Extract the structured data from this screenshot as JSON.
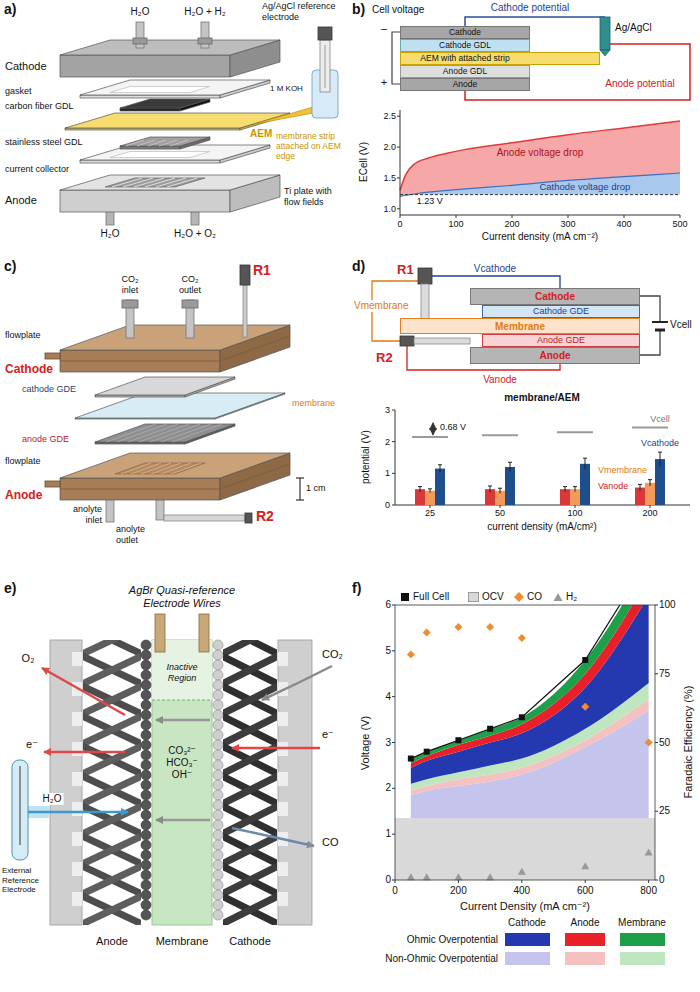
{
  "diagram": {
    "nodes": [
      {
        "text": [
          "Cathode"
        ]
      },
      {
        "text": [
          "Cathode GDL"
        ]
      },
      {
        "text": [
          "AEM with attached strip"
        ]
      },
      {
        "text": [
          "Anode GDL"
        ]
      },
      {
        "text": [
          "Anode"
        ]
      },
      {
        "text": [
          "Cathode"
        ]
      },
      {
        "text": [
          "Cathode GDE"
        ]
      },
      {
        "text": [
          "Membrane"
        ]
      },
      {
        "text": [
          "Anode GDE"
        ]
      },
      {
        "text": [
          "Anode"
        ]
      }
    ],
    "labels": [
      "a)",
      "H₂O",
      "H₂O + H₂",
      "Ag/AgCl reference electrode",
      "Cathode",
      "1 M KOH",
      "gasket",
      "carbon fiber GDL",
      "AEM",
      "membrane strip attached on AEM edge",
      "stainless steel GDL",
      "current collector",
      "Ti plate with flow fields",
      "Anode",
      "H₂O",
      "H₂O + O₂",
      "b)",
      "Cell voltage",
      "–",
      "+",
      "Cathode potential",
      "Ag/AgCl",
      "Anode potential",
      "ECell (V)",
      "2.5",
      "2.0",
      "1.5",
      "1.0",
      "0",
      "100",
      "200",
      "300",
      "400",
      "500",
      "Current density (mA cm⁻²)",
      "Anode voltage drop",
      "Cathode voltage drop",
      "1.23 V",
      "c)",
      "R1",
      "CO₂ inlet",
      "CO₂ outlet",
      "Cathode",
      "flowplate",
      "cathode GDE",
      "membrane",
      "anode GDE",
      "flowplate",
      "1 cm",
      "Anode",
      "anolyte inlet",
      "anolyte outlet",
      "R2",
      "d)",
      "R1",
      "Vcathode",
      "Vmembrane",
      "R2",
      "Vanode",
      "Vcell",
      "membrane/AEM",
      "potential (V)",
      "3",
      "2",
      "1",
      "0",
      "25",
      "50",
      "100",
      "200",
      "current density (mA/cm²)",
      "0.68 V",
      "Vanode",
      "Vmembrane",
      "Vcathode",
      "Vcell",
      "e)",
      "AgBr Quasi-reference Electrode Wires",
      "Inactive Region",
      "CO₃²⁻ HCO₃⁻ OH⁻",
      "O₂",
      "e⁻",
      "H₂O",
      "External Reference Electrode",
      "CO₂",
      "e⁻",
      "CO",
      "Anode",
      "Membrane",
      "Cathode",
      "f)",
      "6",
      "5",
      "4",
      "3",
      "2",
      "1",
      "0",
      "Voltage (V)",
      "100",
      "75",
      "50",
      "25",
      "0",
      "Faradaic Efficiency (%)",
      "0",
      "200",
      "400",
      "600",
      "800",
      "Current Density (mA cm⁻²)",
      "Cathode",
      "Anode",
      "Membrane",
      "Ohmic Overpotential",
      "Non-Ohmic Overpotential"
    ],
    "legend": [
      {
        "text": "Full Cell"
      },
      {
        "text": "OCV",
        "color": "#d9d9d9"
      },
      {
        "text": "CO"
      },
      {
        "text": "H₂"
      }
    ]
  }
}
